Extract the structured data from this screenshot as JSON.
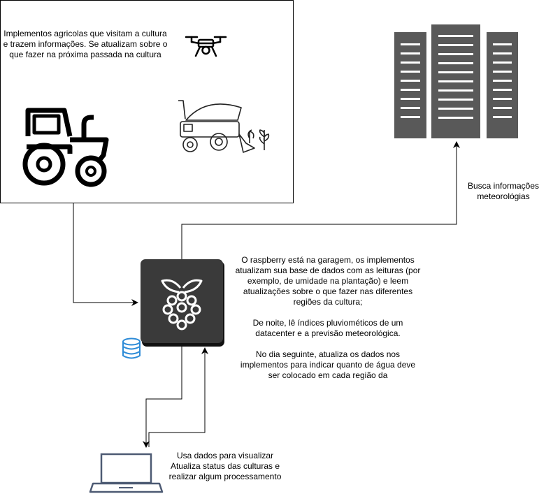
{
  "colors": {
    "server": "#595959",
    "raspberry_box": "#3a3a3a",
    "db": "#2d8bd7",
    "laptop": "#4d5a73",
    "line": "#000000"
  },
  "icons": {
    "drone": "drone-icon",
    "tractor": "tractor-icon",
    "harvester": "harvester-icon",
    "server": "server-icon",
    "raspberry": "raspberry-pi-icon",
    "database": "database-icon",
    "laptop": "laptop-icon"
  },
  "texts": {
    "implements": "Implementos agricolas que visitam a cultura e trazem informações. Se atualizam sobre o que fazer na próxima passada na cultura",
    "weather_label": "Busca informações meteorológias",
    "pi_description": [
      "O raspberry está na garagem, os implementos atualizam sua base de dados com as leituras (por exemplo, de umidade na plantação) e leem atualizações sobre o que fazer nas diferentes regiões da cultura;",
      "De noite, lê índices pluviométicos de um datacenter e a previsão meteorológica.",
      "No dia seguinte, atualiza os dados nos implementos para indicar quanto de água deve ser colocado em cada região da"
    ],
    "laptop": [
      "Usa dados para visualizar",
      "Atualiza status das culturas e realizar algum processamento"
    ]
  }
}
